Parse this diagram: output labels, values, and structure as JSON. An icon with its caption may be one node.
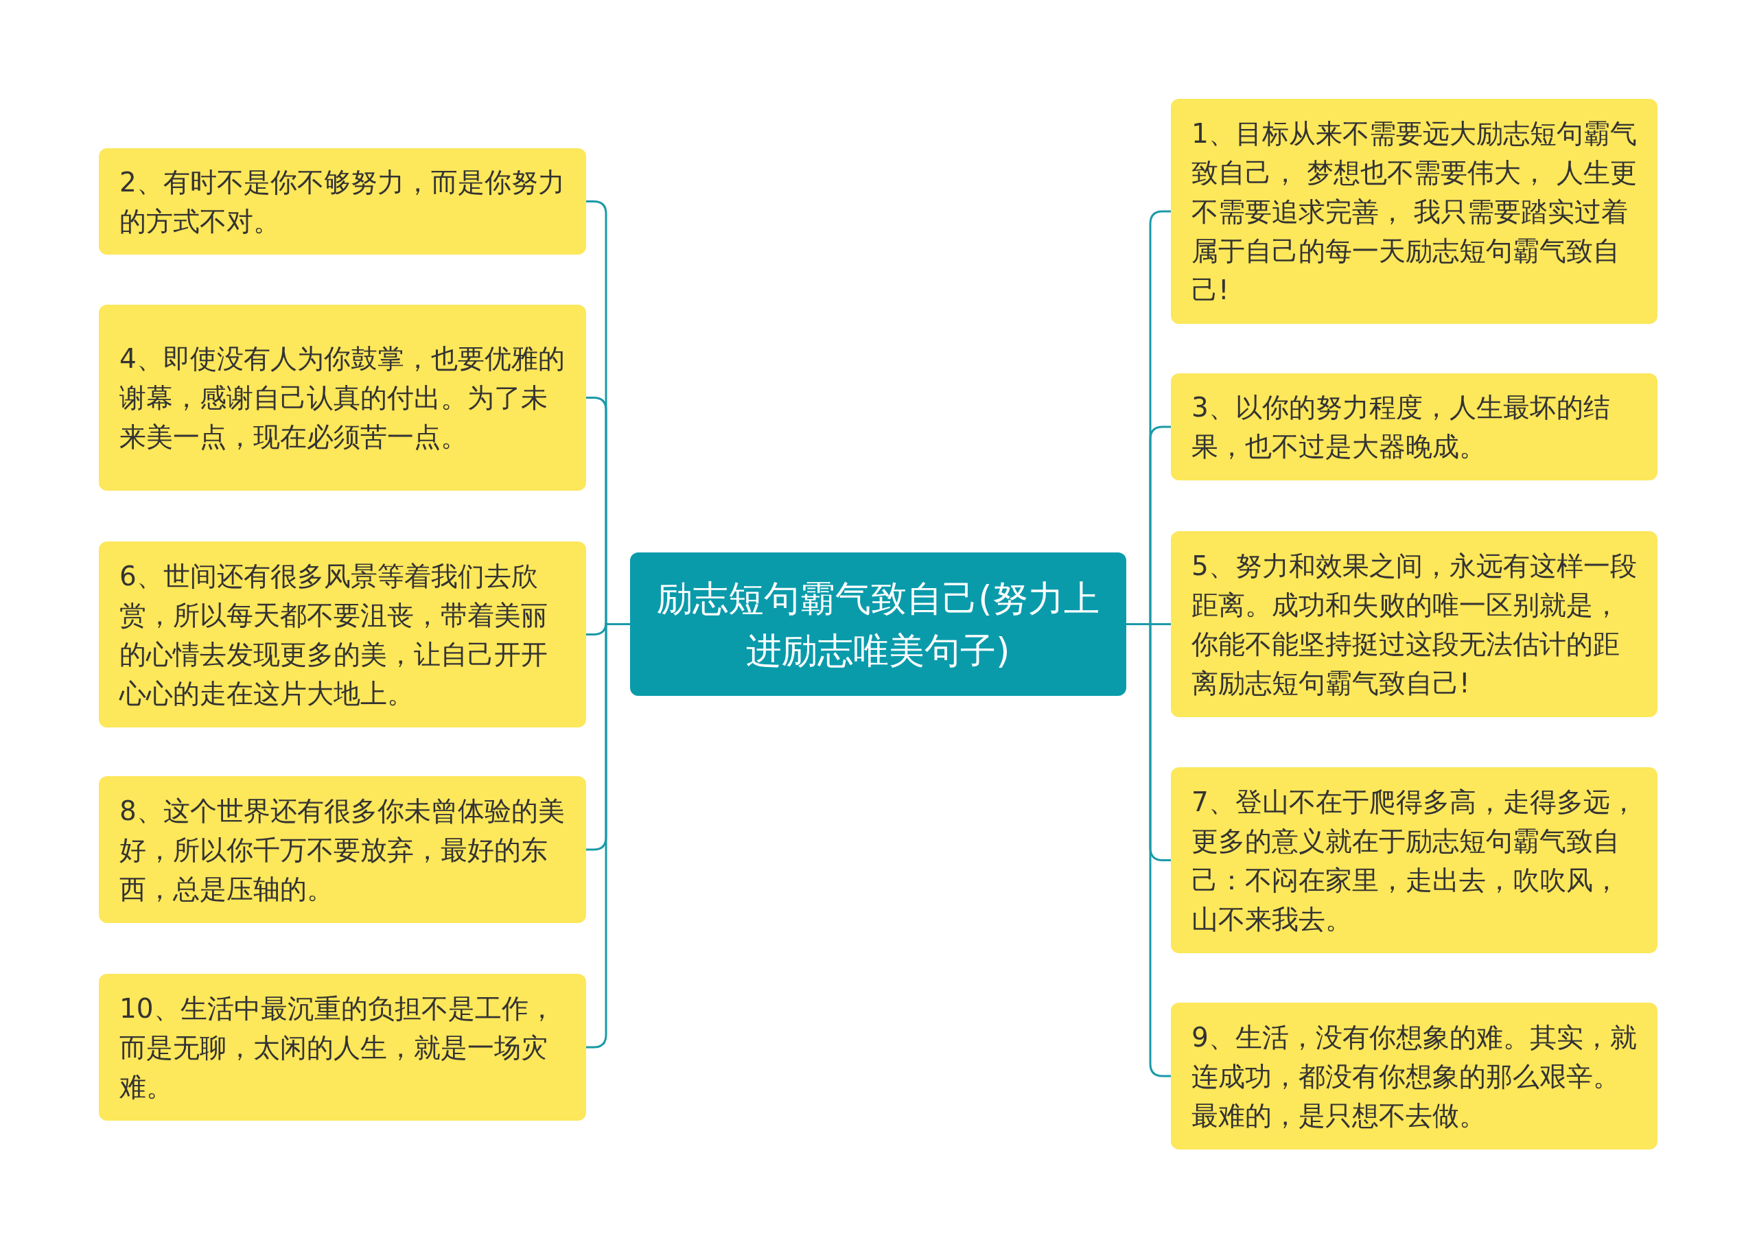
{
  "diagram": {
    "nodes": [
      {
        "text": [
          "励志短句霸气致自己(努力上进励志唯美句子)"
        ]
      },
      {
        "text": [
          "1、目标从来不需要远大励志短句霸气致自己， 梦想也不需要伟大， 人生更不需要追求完善， 我只需要踏实过着属于自己的每一天励志短句霸气致自己!"
        ]
      },
      {
        "text": [
          "2、有时不是你不够努力，而是你努力的方式不对。"
        ]
      },
      {
        "text": [
          "3、以你的努力程度，人生最坏的结果，也不过是大器晚成。"
        ]
      },
      {
        "text": [
          "4、即使没有人为你鼓掌，也要优雅的谢幕，感谢自己认真的付出。为了未来美一点，现在必须苦一点。"
        ]
      },
      {
        "text": [
          "5、努力和效果之间，永远有这样一段距离。成功和失败的唯一区别就是，你能不能坚持挺过这段无法估计的距离励志短句霸气致自己!"
        ]
      },
      {
        "text": [
          "6、世间还有很多风景等着我们去欣赏，所以每天都不要沮丧，带着美丽的心情去发现更多的美，让自己开开心心的走在这片大地上。"
        ]
      },
      {
        "text": [
          "7、登山不在于爬得多高，走得多远，更多的意义就在于励志短句霸气致自己：不闷在家里，走出去，吹吹风，山不来我去。"
        ]
      },
      {
        "text": [
          "8、这个世界还有很多你未曾体验的美好，所以你千万不要放弃，最好的东西，总是压轴的。"
        ]
      },
      {
        "text": [
          "9、生活，没有你想象的难。其实，就连成功，都没有你想象的那么艰辛。最难的，是只想不去做。"
        ]
      },
      {
        "text": [
          "10、生活中最沉重的负担不是工作，而是无聊，太闲的人生，就是一场灾难。"
        ]
      }
    ],
    "edges": [
      {
        "from": 0,
        "to": 1,
        "arrow": "none"
      },
      {
        "from": 0,
        "to": 2,
        "arrow": "none"
      },
      {
        "from": 0,
        "to": 3,
        "arrow": "none"
      },
      {
        "from": 0,
        "to": 4,
        "arrow": "none"
      },
      {
        "from": 0,
        "to": 5,
        "arrow": "none"
      },
      {
        "from": 0,
        "to": 6,
        "arrow": "none"
      },
      {
        "from": 0,
        "to": 7,
        "arrow": "none"
      },
      {
        "from": 0,
        "to": 8,
        "arrow": "none"
      },
      {
        "from": 0,
        "to": 9,
        "arrow": "none"
      },
      {
        "from": 0,
        "to": 10,
        "arrow": "none"
      }
    ]
  }
}
